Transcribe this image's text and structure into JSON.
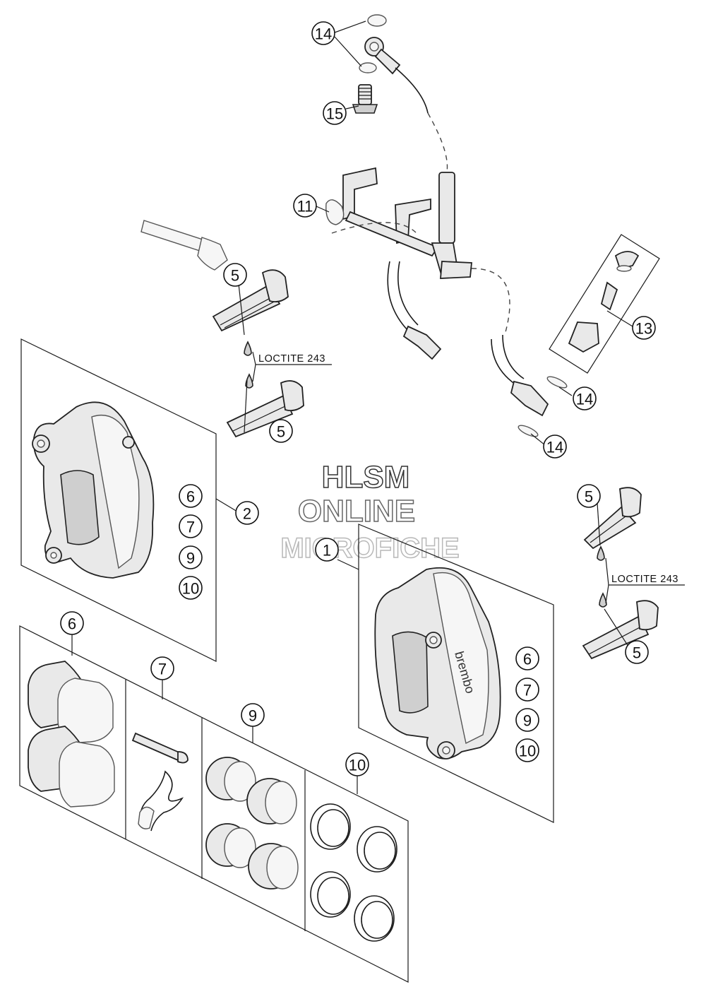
{
  "watermark": {
    "line1": "HLSM",
    "line2": "ONLINE",
    "line3": "MICROFICHE"
  },
  "notes": {
    "loctite_top": "LOCTITE 243",
    "loctite_right": "LOCTITE 243"
  },
  "caliper_brand": "brembo",
  "callouts": {
    "c14_top": "14",
    "c15": "15",
    "c11": "11",
    "c5_a": "5",
    "c5_b": "5",
    "c13": "13",
    "c14_mid": "14",
    "c14_low": "14",
    "c2": "2",
    "c6_left": "6",
    "c7_left": "7",
    "c9_left": "9",
    "c10_left": "10",
    "c1": "1",
    "c5_c": "5",
    "c5_d": "5",
    "c6_right": "6",
    "c7_right": "7",
    "c9_right": "9",
    "c10_right": "10",
    "c6_kit": "6",
    "c7_kit": "7",
    "c9_kit": "9",
    "c10_kit": "10"
  }
}
